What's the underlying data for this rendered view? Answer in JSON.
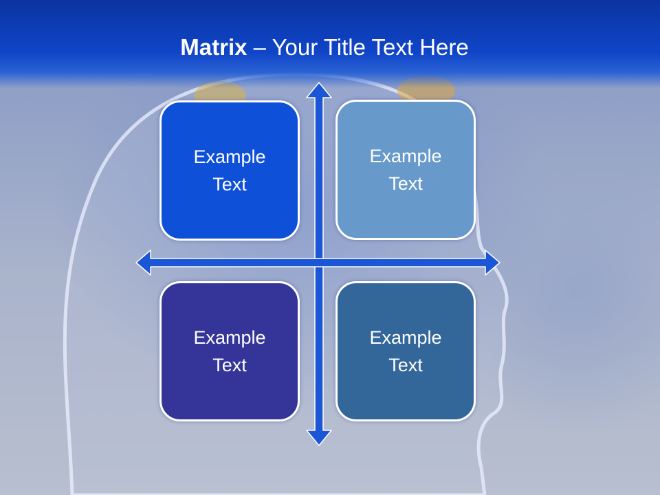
{
  "title": {
    "strong": "Matrix",
    "rest": " – Your Title Text Here"
  },
  "quadrants": {
    "top_left": "Example Text",
    "top_right": "Example Text",
    "bottom_left": "Example Text",
    "bottom_right": "Example Text"
  },
  "colors": {
    "header": "#1045c8",
    "axis": "#1a56d6",
    "top_left": "#0e50d8",
    "top_right": "#6799cb",
    "bottom_left": "#353599",
    "bottom_right": "#336699"
  }
}
